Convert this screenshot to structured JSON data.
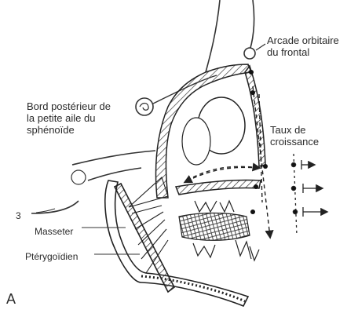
{
  "labels": {
    "frontal": [
      "Arcade orbitaire",
      "du frontal"
    ],
    "sphenoid": [
      "Bord postérieur de",
      "la petite aile du",
      "sphénoïde"
    ],
    "growth": [
      "Taux de",
      "croissance"
    ],
    "three": "3",
    "masseter": "Masseter",
    "pterygoid": "Ptérygoïdien",
    "panel": "A"
  },
  "colors": {
    "ink": "#2a2a2a",
    "paper": "#ffffff"
  }
}
